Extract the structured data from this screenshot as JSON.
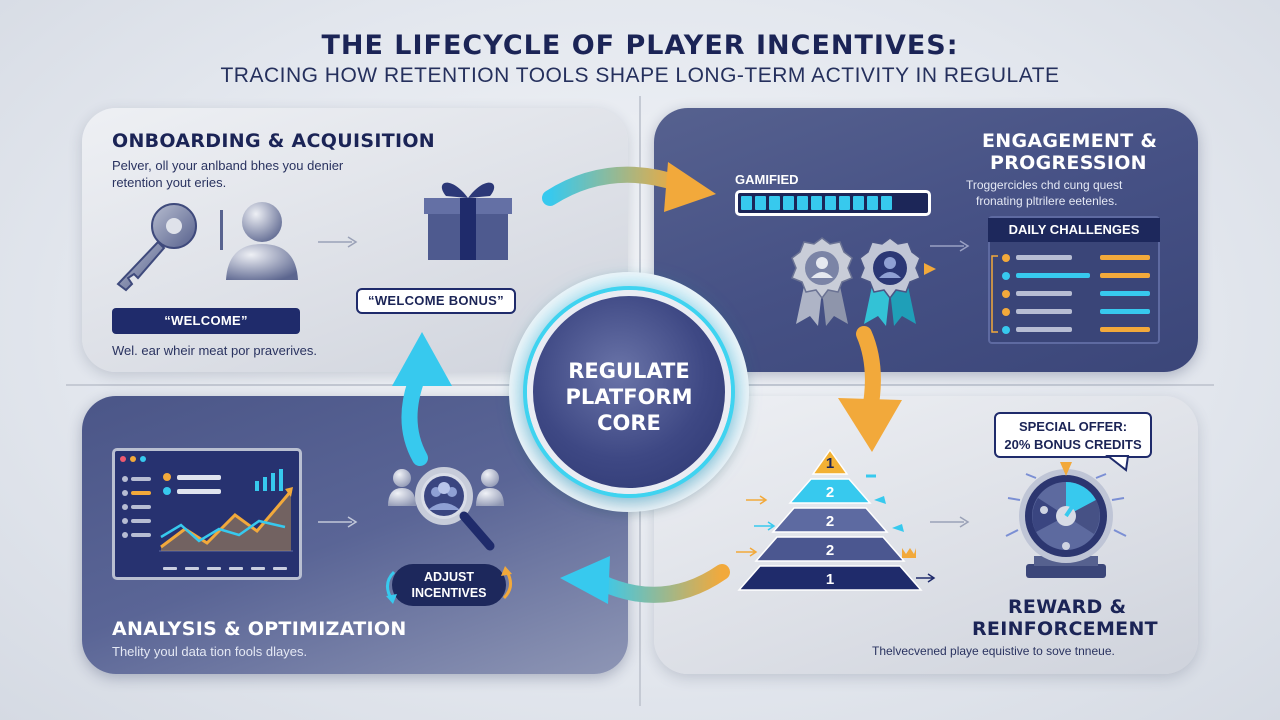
{
  "header": {
    "title": "THE LIFECYCLE OF PLAYER INCENTIVES:",
    "subtitle": "TRACING HOW RETENTION TOOLS SHAPE LONG-TERM ACTIVITY IN REGULATE"
  },
  "core": {
    "label": "REGULATE\nPLATFORM\nCORE"
  },
  "onboarding": {
    "heading": "ONBOARDING & ACQUISITION",
    "text_line1": "Pelver, oll your anlband bhes you denier",
    "text_line2": "retention yout eries.",
    "welcome_label": "“WELCOME”",
    "welcome_bonus_label": "“WELCOME BONUS”",
    "footer_text": "Wel. ear wheir meat por praverives."
  },
  "engagement": {
    "heading_line1": "ENGAGEMENT &",
    "heading_line2": "PROGRESSION",
    "text_line1": "Troggercicles chd cung quest",
    "text_line2": "fronating pltrilere eetenles.",
    "progress_label": "GAMIFIED",
    "progress_fraction": 0.75,
    "daily_challenges_label": "DAILY CHALLENGES"
  },
  "reward": {
    "offer_line1": "SPECIAL OFFER:",
    "offer_line2": "20% BONUS CREDITS",
    "heading_line1": "REWARD &",
    "heading_line2": "REINFORCEMENT",
    "text": "Thelvecvened playe equistive to sove tnneue.",
    "pyramid_levels": [
      "1",
      "2",
      "2",
      "2",
      "1"
    ]
  },
  "analysis": {
    "heading": "ANALYSIS & OPTIMIZATION",
    "text": "Thelity youl data tion fools dlayes.",
    "adjust_label": "ADJUST\nINCENTIVES"
  },
  "colors": {
    "navy": "#1f2b6b",
    "panel_dark": "#465185",
    "cyan": "#37c9ee",
    "orange": "#f2a93b"
  }
}
